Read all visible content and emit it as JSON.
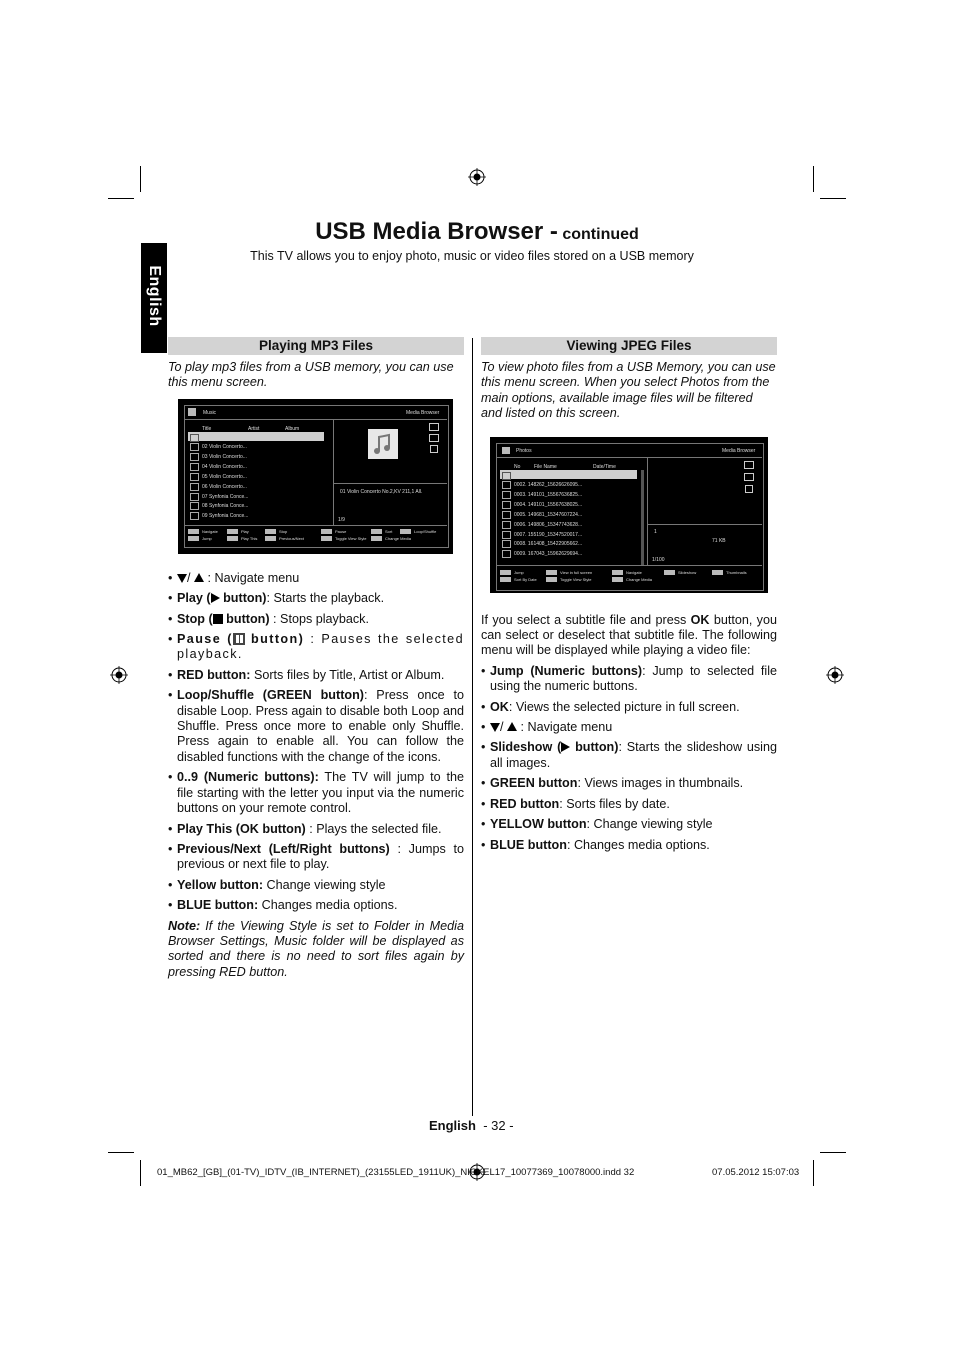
{
  "header": {
    "title": "USB Media Browser -",
    "title_suffix": "continued",
    "subtitle": "This TV allows you to enjoy photo, music or video files stored on a USB memory",
    "side_tab": "English"
  },
  "left": {
    "heading": "Playing MP3 Files",
    "intro": "To play mp3 files from a USB memory, you can use this menu screen.",
    "screen": {
      "title": "Music",
      "right_title": "Media Browser",
      "cols": [
        "Title",
        "Artist",
        "Album"
      ],
      "rows": [
        "02 Violin Concerto...",
        "03 Violin Concerto...",
        "04 Violin Concerto...",
        "05 Violin Concerto...",
        "06 Violin Concerto...",
        "07 Synfonia Conce...",
        "08 Synfonia Conce...",
        "09 Synfonia Conce..."
      ],
      "now_playing": "01 Violin Concerto No.2,KV 211,1 All.",
      "counter": "1/9",
      "legend": [
        "Navigate",
        "Jump",
        "Play",
        "Play This",
        "Stop",
        "Previous/Next",
        "Pause",
        "Toggle View Style",
        "Sort",
        "Change Media",
        "Loop/Shuffle"
      ]
    },
    "bullets": [
      {
        "bold": "",
        "icons": "nav",
        "text": " : Navigate menu"
      },
      {
        "bold": "Play (",
        "icons": "play",
        "bold2": " button)",
        "text": ": Starts the playback."
      },
      {
        "bold": "Stop (",
        "icons": "stop",
        "bold2": " button)",
        "text": " : Stops playback."
      },
      {
        "bold": "Pause (",
        "icons": "pause",
        "bold2": " button)",
        "text": " : Pauses the selected playback."
      },
      {
        "bold": "RED button:",
        "text": " Sorts files by Title, Artist or Album."
      },
      {
        "bold": "Loop/Shuffle (GREEN button)",
        "text": ": Press once to disable Loop. Press again to disable both Loop and Shuffle. Press once more to enable only Shuffle. Press again to enable all. You can follow the disabled functions with the change of the icons."
      },
      {
        "bold": "0..9 (Numeric buttons):",
        "text": " The TV will jump to the file starting with the letter you input via the numeric buttons on your remote control."
      },
      {
        "bold": "Play This (OK button)",
        "text": " : Plays the selected file."
      },
      {
        "bold": "Previous/Next (Left/Right buttons)",
        "text": " : Jumps to previous or next file to play."
      },
      {
        "bold": "Yellow button:",
        "text": " Change viewing style"
      },
      {
        "bold": "BLUE button:",
        "text": " Changes media options."
      }
    ],
    "note_label": "Note:",
    "note": " If the Viewing Style is set to Folder in Media Browser Settings, Music folder will be displayed as sorted and there is no need to sort files again by pressing RED button."
  },
  "right": {
    "heading": "Viewing JPEG Files",
    "intro": "To view photo files from a USB Memory, you can use this menu screen. When you select Photos from the main options, available image files will be filtered and listed on this screen.",
    "screen": {
      "title": "Photos",
      "right_title": "Media Browser",
      "cols": [
        "No",
        "File Name",
        "Date/Time"
      ],
      "rows": [
        "0002.   148262_15626626095...",
        "0003.   149101_15567636825...",
        "0004.   149101_15567638025...",
        "0005.   149681_15347607224...",
        "0006.   149806_15347743628...",
        "0007.   155190_15347520017...",
        "0008.   161408_15422905662...",
        "0009.   167043_15962629694..."
      ],
      "detail_num": "1",
      "detail_size": "71 KB",
      "counter": "1/100",
      "legend": [
        "Jump",
        "Sort By Date",
        "View in full screen",
        "Toggle View Style",
        "Navigate",
        "Change Media",
        "Slideshow",
        "Thumbnails"
      ]
    },
    "pre": "If you select a subtitle file and press ",
    "pre_bold": "OK",
    "pre2": " button, you can select or deselect that subtitle file. The following menu will be displayed while playing a video file:",
    "bullets": [
      {
        "bold": "Jump (Numeric buttons)",
        "text": ": Jump to selected file using the numeric buttons."
      },
      {
        "bold": "OK",
        "text": ": Views the selected picture in full screen."
      },
      {
        "bold": "",
        "icons": "nav",
        "text": " : Navigate menu"
      },
      {
        "bold": "Slideshow (",
        "icons": "play",
        "bold2": " button)",
        "text": ": Starts the slideshow using all images."
      },
      {
        "bold": "GREEN button",
        "text": ": Views images in thumbnails."
      },
      {
        "bold": "RED button",
        "text": ": Sorts files by date."
      },
      {
        "bold": "YELLOW button",
        "text": ": Change viewing style"
      },
      {
        "bold": "BLUE button",
        "text": ": Changes media options."
      }
    ]
  },
  "footer": {
    "lang": "English",
    "page": "- 32 -",
    "slug_left": "01_MB62_[GB]_(01-TV)_IDTV_(IB_INTERNET)_(23155LED_1911UK)_NICKEL17_10077369_10078000.indd   32",
    "slug_right": "07.05.2012   15:07:03"
  }
}
